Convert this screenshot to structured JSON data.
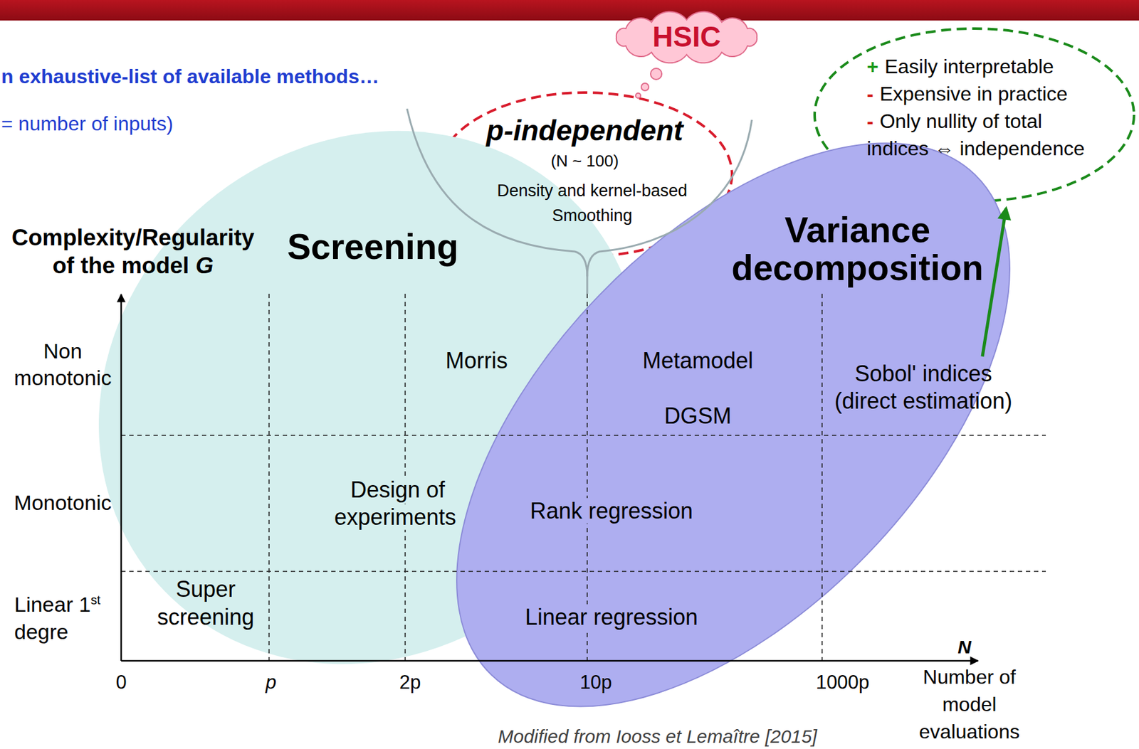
{
  "diagram": {
    "title": "n exhaustive-list of available methods…",
    "caption": "Modified from Iooss et Lemaître [2015]",
    "nodes": [
      {
        "text": [
          "HSIC"
        ]
      },
      {
        "text": [
          "p-independent",
          "(N ~ 100)",
          "Density and kernel-based Smoothing"
        ]
      },
      {
        "text": [
          "+",
          "Easily interpretable",
          "-",
          "Expensive in practice",
          "-",
          "Only nullity of total indices ⇔ independence"
        ]
      },
      {
        "text": [
          "Screening"
        ]
      },
      {
        "text": [
          "Variance decomposition"
        ]
      }
    ],
    "labels": [
      "= number of inputs)",
      "Complexity/Regularity of the model",
      "G",
      "Non monotonic",
      "Monotonic",
      "Linear 1",
      "st",
      "degre",
      "Morris",
      "Metamodel",
      "DGSM",
      "Sobol' indices (direct estimation)",
      "Design of experiments",
      "Rank regression",
      "Super screening",
      "Linear regression",
      "0",
      "p",
      "2p",
      "10p",
      "1000p",
      "N",
      "Number of model evaluations"
    ]
  }
}
